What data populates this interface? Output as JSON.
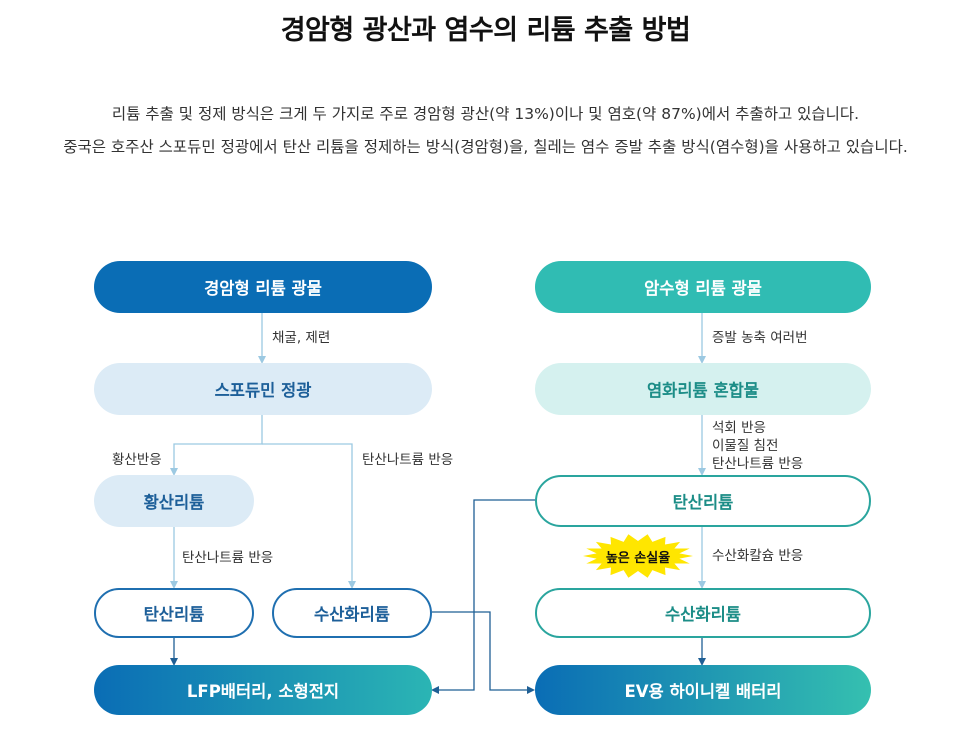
{
  "title": "경암형 광산과 염수의 리튬 추출 방법",
  "description": [
    "리튬 추출 및 정제 방식은 크게 두 가지로 주로 경암형 광산(약 13%)이나 및 염호(약 87%)에서 추출하고 있습니다.",
    "중국은 호주산 스포듀민 정광에서 탄산 리튬을 정제하는 방식(경암형)을, 칠레는 염수 증발 추출 방식(염수형)을 사용하고 있습니다."
  ],
  "nodes": {
    "hard_rock_ore": "경암형 리튬 광물",
    "spodumene": "스포듀민 정광",
    "lithium_sulfate": "황산리튬",
    "left_carbonate": "탄산리튬",
    "left_hydroxide": "수산화리튬",
    "lfp": "LFP배터리, 소형전지",
    "brine_ore": "암수형 리튬 광물",
    "chloride_mix": "염화리튬 혼합물",
    "right_carbonate": "탄산리튬",
    "right_hydroxide": "수산화리튬",
    "ev": "EV용 하이니켈 배터리"
  },
  "labels": {
    "mining": "채굴, 제련",
    "sulfuric": "황산반응",
    "soda_ash_left": "탄산나트륨 반응",
    "soda_ash_mid": "탄산나트륨 반응",
    "evaporation": "증발 농축 여러번",
    "lime": "석회 반응",
    "impurity": "이물질 침전",
    "soda_ash_right": "탄산나트륨 반응",
    "hydroxide_reaction": "수산화칼슘 반응"
  },
  "badge": {
    "text": "높은 손실율",
    "color": "#ffe600"
  },
  "colors": {
    "blue": "#0a6db5",
    "teal": "#30bcb3",
    "line": "#9cc9e2"
  }
}
